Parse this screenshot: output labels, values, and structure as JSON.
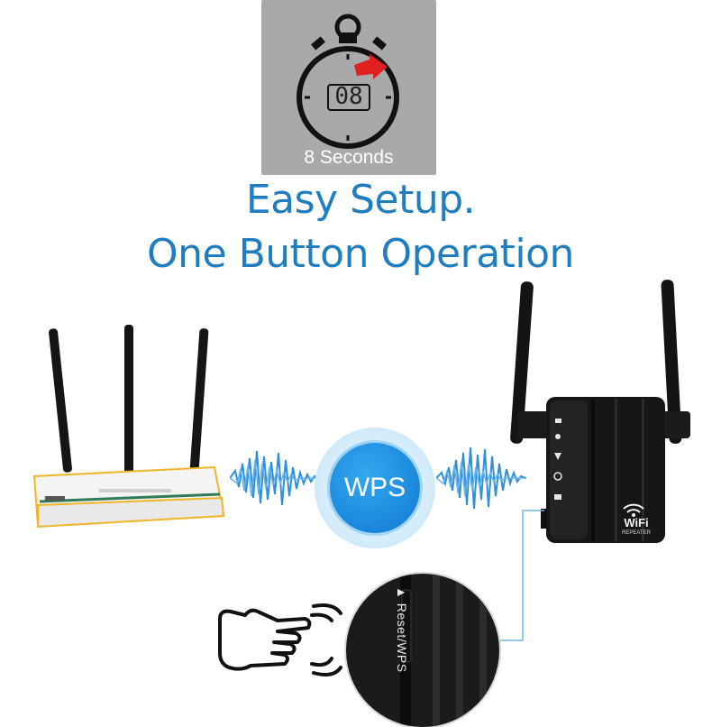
{
  "timer": {
    "display": "08",
    "caption": "8 Seconds"
  },
  "headline": {
    "line1": "Easy Setup.",
    "line2": "One Button Operation"
  },
  "wps_badge": {
    "label": "WPS"
  },
  "repeater": {
    "brand": "WiFi",
    "subtitle": "REPEATER",
    "button_label": "▲ Reset/WPS"
  },
  "colors": {
    "headline": "#1f7dc1",
    "wave": "#2f8fd8",
    "badge": "#1a86dc",
    "timer_panel": "#a9a9a9",
    "timer_arrow": "#e02020",
    "router_trim": "#f0b428",
    "callout_line": "#6fb8e6"
  },
  "icons": [
    "stopwatch-icon",
    "hand-pointing-icon",
    "press-signal-icon"
  ]
}
